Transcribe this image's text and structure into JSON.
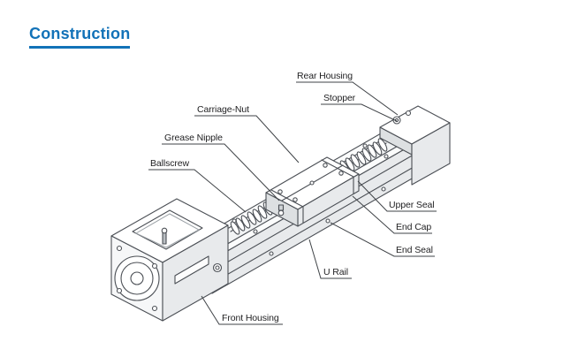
{
  "title": "Construction",
  "colors": {
    "accent": "#1272b8",
    "line": "#4b4f55"
  },
  "labels": [
    {
      "id": "rear-housing",
      "text": "Rear Housing"
    },
    {
      "id": "stopper",
      "text": "Stopper"
    },
    {
      "id": "carriage-nut",
      "text": "Carriage-Nut"
    },
    {
      "id": "grease-nipple",
      "text": "Grease Nipple"
    },
    {
      "id": "ballscrew",
      "text": "Ballscrew"
    },
    {
      "id": "upper-seal",
      "text": "Upper Seal"
    },
    {
      "id": "end-cap",
      "text": "End Cap"
    },
    {
      "id": "end-seal",
      "text": "End Seal"
    },
    {
      "id": "u-rail",
      "text": "U Rail"
    },
    {
      "id": "front-housing",
      "text": "Front Housing"
    }
  ]
}
